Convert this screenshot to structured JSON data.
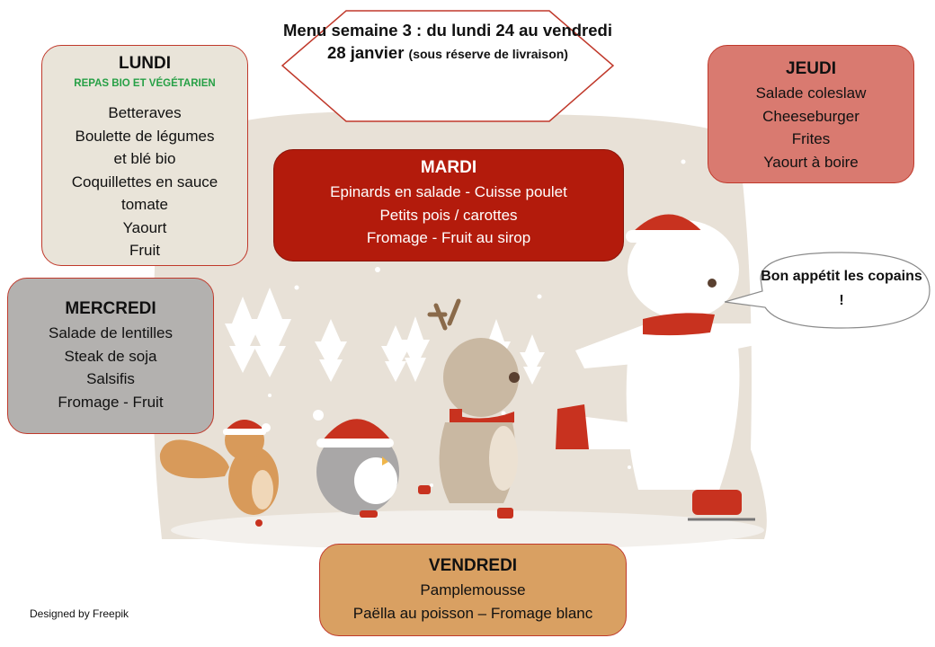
{
  "header": {
    "line1": "Menu semaine 3 :",
    "line2": "du lundi 24 au",
    "line3": "vendredi 28 janvier",
    "note": "(sous réserve de livraison)"
  },
  "days": {
    "lundi": {
      "title": "LUNDI",
      "subtitle": "REPAS  BIO ET VÉGÉTARIEN",
      "items": [
        "Betteraves",
        "Boulette de légumes",
        "et blé bio",
        "Coquillettes en sauce",
        "tomate",
        "Yaourt",
        "Fruit"
      ]
    },
    "mardi": {
      "title": "MARDI",
      "items": [
        "Epinards en salade - Cuisse poulet",
        "Petits pois / carottes",
        "Fromage - Fruit au sirop"
      ]
    },
    "mercredi": {
      "title": "MERCREDI",
      "items": [
        "Salade de lentilles",
        "Steak de soja",
        "Salsifis",
        "Fromage - Fruit"
      ]
    },
    "jeudi": {
      "title": "JEUDI",
      "items": [
        "Salade coleslaw",
        "Cheeseburger",
        "Frites",
        "Yaourt à boire"
      ]
    },
    "vendredi": {
      "title": "VENDREDI",
      "items": [
        "Pamplemousse",
        "Paëlla au poisson – Fromage blanc"
      ]
    }
  },
  "bubble": {
    "line1": "Bon appétit",
    "line2": "les copains  !"
  },
  "credit": "Designed by Freepik",
  "colors": {
    "lundi": "#e9e4d9",
    "mardi": "#b31b0c",
    "mercredi": "#b3b1af",
    "jeudi": "#d97a70",
    "vendredi": "#d9a062",
    "accent_green": "#27a046",
    "border_red": "#c0392b"
  }
}
